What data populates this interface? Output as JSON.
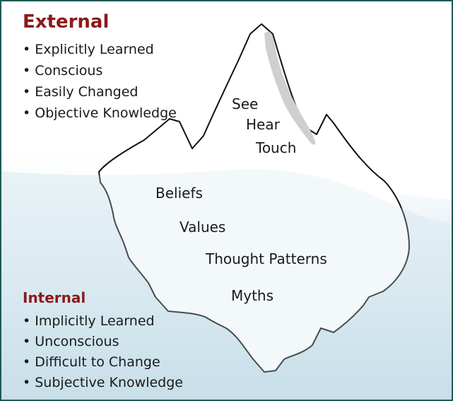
{
  "external": {
    "heading": "External",
    "items": [
      "Explicitly Learned",
      "Conscious",
      "Easily Changed",
      "Objective Knowledge"
    ]
  },
  "internal": {
    "heading": "Internal",
    "items": [
      "Implicitly Learned",
      "Unconscious",
      "Difficult to Change",
      "Subjective Knowledge"
    ]
  },
  "above_water": [
    "See",
    "Hear",
    "Touch"
  ],
  "below_water": [
    "Beliefs",
    "Values",
    "Thought Patterns",
    "Myths"
  ],
  "colors": {
    "border": "#1e5b56",
    "heading": "#8b1a1a",
    "water_top": "#eef5f8",
    "water_bottom": "#c5dde8",
    "ice_outline": "#111111",
    "ice_shadow": "#cfcfcf"
  }
}
